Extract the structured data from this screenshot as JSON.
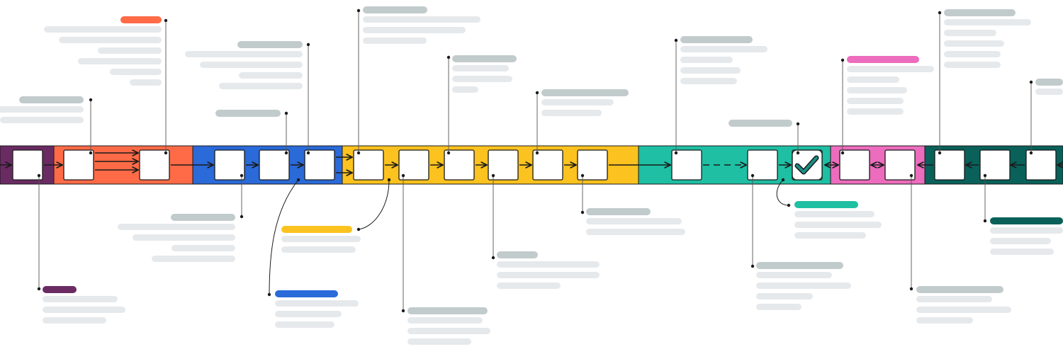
{
  "colors": {
    "purple": "#6a2b63",
    "orange": "#ff6b47",
    "blue": "#2a6ad9",
    "yellow": "#fcc21f",
    "teal": "#1fbfa4",
    "pink": "#ec6cbd",
    "dark_teal": "#09615a",
    "gray_pill": "#c2cbcc",
    "gray_line": "#e6e9ec",
    "outline": "#1a1a1a",
    "check": "#1a8f86"
  },
  "stages": [
    {
      "name": "stage-purple",
      "color_key": "purple"
    },
    {
      "name": "stage-orange",
      "color_key": "orange"
    },
    {
      "name": "stage-blue",
      "color_key": "blue"
    },
    {
      "name": "stage-yellow",
      "color_key": "yellow"
    },
    {
      "name": "stage-teal",
      "color_key": "teal"
    },
    {
      "name": "stage-pink",
      "color_key": "pink"
    },
    {
      "name": "stage-dark-teal",
      "color_key": "dark_teal"
    }
  ],
  "icons": {
    "check": "checkmark-icon",
    "arrow": "arrow-right-icon"
  }
}
